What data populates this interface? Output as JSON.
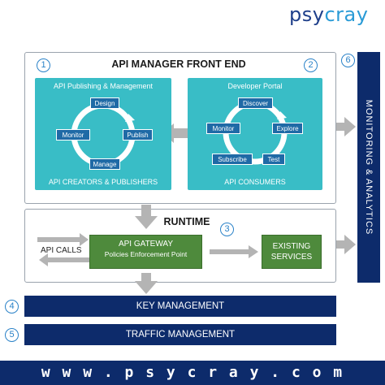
{
  "brand": {
    "part1": "psy",
    "part2": "cray"
  },
  "front_end": {
    "title": "API MANAGER FRONT END",
    "badge1": "1",
    "badge2": "2",
    "publishing": {
      "title": "API Publishing & Management",
      "steps": [
        "Design",
        "Publish",
        "Manage",
        "Monitor"
      ],
      "footer": "API CREATORS & PUBLISHERS"
    },
    "portal": {
      "title": "Developer Portal",
      "steps": [
        "Discover",
        "Explore",
        "Test",
        "Subscribe",
        "Monitor"
      ],
      "footer": "API CONSUMERS"
    }
  },
  "runtime": {
    "title": "RUNTIME",
    "badge": "3",
    "api_calls": "API CALLS",
    "gateway_title": "API GATEWAY",
    "gateway_sub": "Policies Enforcement Point",
    "existing_line1": "EXISTING",
    "existing_line2": "SERVICES"
  },
  "monitoring": {
    "badge": "6",
    "label": "MONITORING & ANALYTICS"
  },
  "key_mgmt": {
    "badge": "4",
    "label": "KEY MANAGEMENT"
  },
  "traffic_mgmt": {
    "badge": "5",
    "label": "TRAFFIC MANAGEMENT"
  },
  "footer": {
    "url": "w w w . p s y c r a y . c o m"
  },
  "colors": {
    "navy": "#0d2b6b",
    "teal": "#39bdc6",
    "button_blue": "#1f6aa6",
    "green": "#4e8a3c",
    "arrow_gray": "#b4b4b4",
    "badge_blue": "#2a82c8"
  }
}
